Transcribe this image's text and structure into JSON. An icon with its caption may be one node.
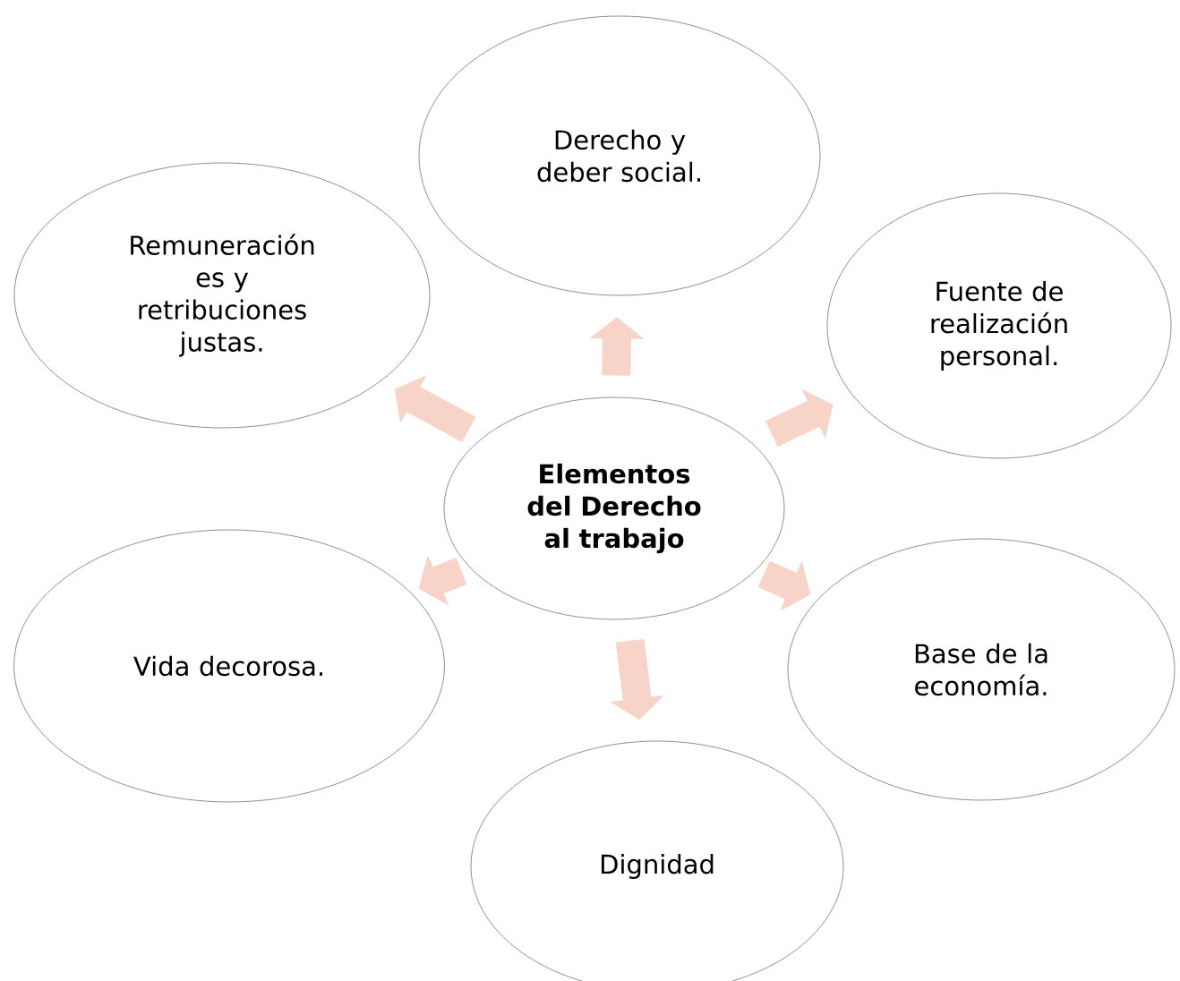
{
  "diagram": {
    "nodes": [
      {
        "text": [
          "**Elementos del Derecho al trabajo**"
        ]
      },
      {
        "text": [
          "Derecho y deber social."
        ]
      },
      {
        "text": [
          "Fuente de realización personal."
        ]
      },
      {
        "text": [
          "Base de la economía."
        ]
      },
      {
        "text": [
          "Dignidad"
        ]
      },
      {
        "text": [
          "Vida decorosa."
        ]
      },
      {
        "text": [
          "Remuneración es y retribuciones justas."
        ]
      }
    ],
    "edges": [
      {
        "from": 0,
        "to": 1,
        "arrow": "to"
      },
      {
        "from": 0,
        "to": 2,
        "arrow": "to"
      },
      {
        "from": 0,
        "to": 3,
        "arrow": "to"
      },
      {
        "from": 0,
        "to": 4,
        "arrow": "to"
      },
      {
        "from": 0,
        "to": 5,
        "arrow": "to"
      },
      {
        "from": 0,
        "to": 6,
        "arrow": "to"
      }
    ]
  }
}
